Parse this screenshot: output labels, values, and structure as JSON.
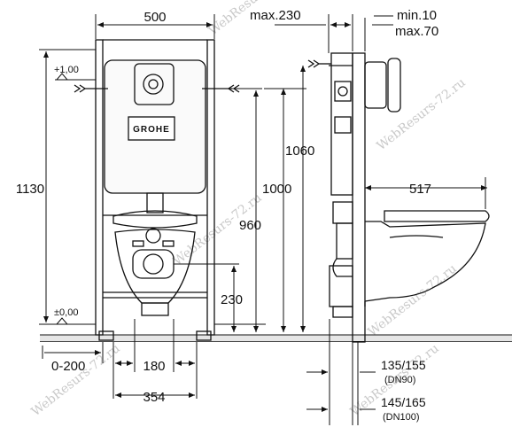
{
  "brand": "GROHE",
  "watermark": "WebResurs-72.ru",
  "front_view": {
    "width_top": "500",
    "height_total": "1130",
    "level_top": "+1,00",
    "level_floor": "±0,00",
    "height_1000": "1000",
    "height_960": "960",
    "height_230": "230",
    "offset_0_200": "0-200",
    "spacing_180": "180",
    "spacing_354": "354"
  },
  "side_view": {
    "max_230": "max.230",
    "min_10": "min.10",
    "max_70": "max.70",
    "height_1060": "1060",
    "length_517": "517",
    "drain_1": "135/155",
    "drain_1_dn": "(DN90)",
    "drain_2": "145/165",
    "drain_2_dn": "(DN100)"
  }
}
